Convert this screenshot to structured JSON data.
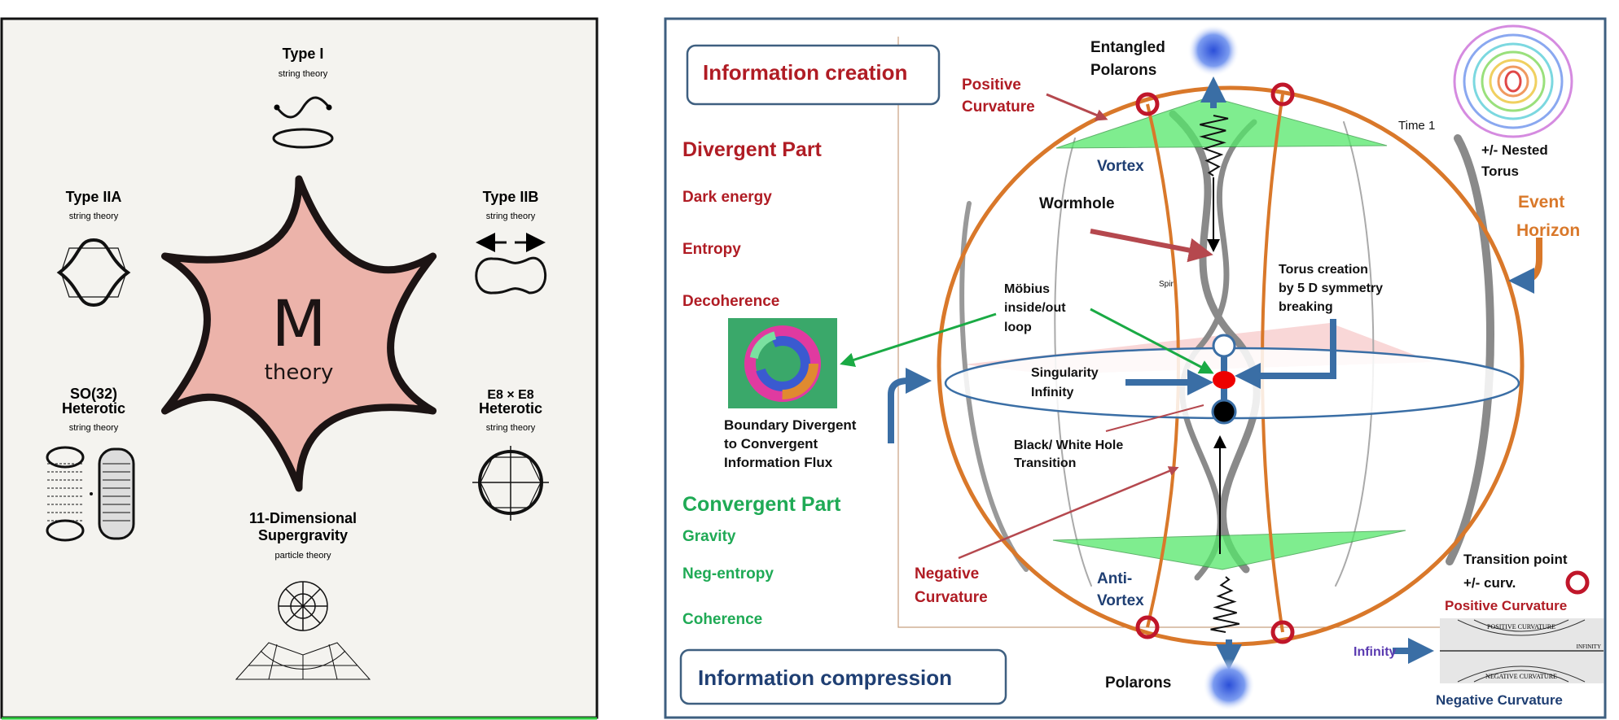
{
  "left_panel": {
    "center": {
      "letter": "M",
      "sub": "theory"
    },
    "type1": {
      "title": "Type I",
      "sub": "string theory"
    },
    "type2a": {
      "title": "Type IIA",
      "sub": "string theory"
    },
    "type2b": {
      "title": "Type IIB",
      "sub": "string theory"
    },
    "so32": {
      "title1": "SO(32)",
      "title2": "Heterotic",
      "sub": "string theory"
    },
    "e8": {
      "title1": "E8 × E8",
      "title2": "Heterotic",
      "sub": "string theory"
    },
    "sugra": {
      "title1": "11-Dimensional",
      "title2": "Supergravity",
      "sub": "particle theory"
    },
    "colors": {
      "star_fill": "#ecb3aa",
      "background": "#f4f3ef",
      "bottom_line": "#2ecc40"
    }
  },
  "right_panel": {
    "info_creation": "Information creation",
    "info_compression": "Information compression",
    "divergent": {
      "title": "Divergent Part",
      "items": [
        "Dark energy",
        "Entropy",
        "Decoherence"
      ]
    },
    "convergent": {
      "title": "Convergent Part",
      "items": [
        "Gravity",
        "Neg-entropy",
        "Coherence"
      ]
    },
    "boundary": [
      "Boundary Divergent",
      " to Convergent",
      "Information Flux"
    ],
    "entangled_polarons": [
      "Entangled",
      "Polarons"
    ],
    "positive_curvature": [
      "Positive",
      "Curvature"
    ],
    "vortex": "Vortex",
    "wormhole": "Wormhole",
    "time1": "Time 1",
    "nested_torus": [
      "+/-  Nested",
      "Torus"
    ],
    "event_horizon": [
      "Event",
      "Horizon"
    ],
    "torus_creation": [
      "Torus creation",
      "by 5 D symmetry",
      "breaking"
    ],
    "mobius": [
      "Möbius",
      "inside/out",
      "loop"
    ],
    "spin": "Spir",
    "singularity": [
      "Singularity",
      "Infinity"
    ],
    "black_white": [
      "Black/ White Hole",
      "Transition"
    ],
    "negative_curvature": [
      "Negative",
      "Curvature"
    ],
    "anti_vortex": [
      "Anti-",
      "Vortex"
    ],
    "polarons": "Polarons",
    "infinity": "Infinity",
    "transition_point": [
      "Transition point",
      "+/-   curv."
    ],
    "legend_positive": "Positive Curvature",
    "legend_negative": "Negative Curvature",
    "curv_diagram": {
      "pos": "POSITIVE CURVATURE",
      "inf": "INFINITY",
      "neg": "NEGATIVE CURVATURE"
    },
    "colors": {
      "red_text": "#b01c24",
      "green_text": "#1faa55",
      "blue_text": "#1f3f73",
      "orange": "#d9782a",
      "arrow_blue": "#3a6ea5",
      "plane_green": "#55e86a"
    }
  }
}
